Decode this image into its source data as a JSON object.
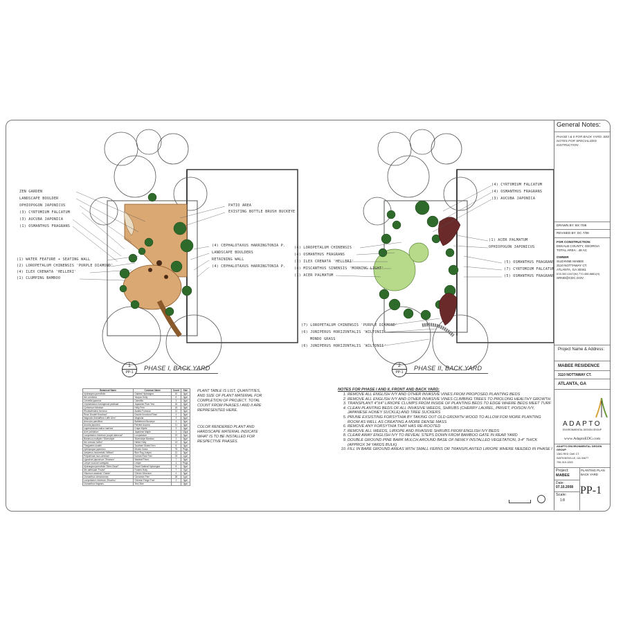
{
  "phase1": {
    "title": "PHASE I, BACK YARD",
    "num": "1",
    "sheet": "PP-1",
    "labels_left": [
      "ZEN GARDEN",
      "LANDSCAPE BOULDER",
      "OPHIOPOGON JAPONICUS",
      "(3) CYRTOMIUM FALCATUM",
      "(3) AUCUBA JAPONICA",
      "(1) OSMANTHUS FRAGRANS",
      "(1) WATER FEATURE + SEATING WALL",
      "(2) LOROPETALUM CHINENSIS 'PURPLE DIAMOND'",
      "(4) ILEX CRENATA 'HELLERI'",
      "(1) CLUMPING BAMBOO"
    ],
    "labels_right": [
      "PATIO AREA",
      "EXISTING BOTTLE BRUSH BUCKEYE",
      "(4) CEPHALOTAXUS HARRINGTONIA P.",
      "LANDSCAPE BOULDERS",
      "RETAINING WALL",
      "(4) CEPHALOTAXUS HARRINGTONIA P."
    ]
  },
  "phase2": {
    "title": "PHASE II, BACK YARD",
    "num": "2",
    "sheet": "PP-1",
    "labels_left": [
      "(4) LOROPETALUM CHINENSIS",
      "(4) OSMANTHUS FRAGRANS",
      "(3) ILEX CRENATA 'HELLERI'",
      "(4) MISCANTHUS SINENSIS 'MORNING LIGHT'",
      "(1) ACER PALMATUM",
      "(7) LOROPETALUM CHINENSIS 'PURPLE DIAMOND'",
      "(6) JUNIPERUS HORIZONTALIS 'WILTONII'",
      "MONDO GRASS",
      "(6) JUNIPERUS HORIZONTALIS 'WILTONII'"
    ],
    "labels_right": [
      "(4) CYRTOMIUM FALCATUM",
      "(4) OSMANTHUS FRAGRANS",
      "(3) AUCUBA JAPONICA",
      "(1) ACER PALMATUM",
      "OPHIOPOGON JAPONICUS",
      "(5) OSMANTHUS FRAGRANS",
      "(7) CYRTOMIUM FALCATUM",
      "(5) OSMANTHUS FRAGRANS"
    ]
  },
  "plant_table": {
    "headers": [
      "Botanical Name",
      "Common Name",
      "Count",
      "Size"
    ],
    "rows": [
      [
        "Hydrangea quercifolia",
        "Oakleaf Hydrangea",
        "10",
        "3gal"
      ],
      [
        "Ilex vomitoria",
        "Yaupon Holly",
        "6",
        "3gal"
      ],
      [
        "Camellia japonica",
        "Camellia",
        "3",
        "3gal"
      ],
      [
        "Cephalotaxus harringtonia pedinata",
        "Japanese Plum Yew",
        "16",
        "3gal"
      ],
      [
        "Cyrtomium falcatum",
        "Holly Fern",
        "16",
        "3gal"
      ],
      [
        "Rhododendron formosa",
        "Azalea Formosa",
        "12",
        "3gal"
      ],
      [
        "Rosa 'Double Knockout'",
        "Double Knockout Rose",
        "4",
        "3gal"
      ],
      [
        "Magnolia Grandiflora 'Little Gem'",
        "Magnolia",
        "3",
        "6gal"
      ],
      [
        "Aesculus parviflora",
        "Bottlebrush Buckeye",
        "4",
        "3gal"
      ],
      [
        "Aucuba japonica",
        "Painted Aucuba",
        "11",
        "3gal"
      ],
      [
        "Lagerstroemia indica 'natchez'",
        "Crape Myrtle",
        "3",
        "3gal"
      ],
      [
        "Acer palmatum",
        "Japanese Maple",
        "3",
        "15gal"
      ],
      [
        "Loropetalum chinensis 'purple diamond'",
        "Loropetalum",
        "22",
        "3gal"
      ],
      [
        "Bambusa multiplex 'Silverstripe'",
        "Silverstripe Bamboo",
        "3",
        "5gal"
      ],
      [
        "Ilex crenata 'helleri'",
        "Helleri Holly",
        "13",
        "3gal"
      ],
      [
        "Thelypteris kunthii",
        "Southern Shield Fern",
        "8",
        "3gal"
      ],
      [
        "Ophiopogon japonicus",
        "Mondo Grass",
        "75",
        "Plugs"
      ],
      [
        "Juniperus horizontalis 'Wiltonii'",
        "Blue Rug Juniper",
        "12",
        "3gal"
      ],
      [
        "Polystichum tsus-simense",
        "Korean Rock Fern",
        "23",
        "1gal"
      ],
      [
        "Ligustrum japonicum 'Texanum'",
        "Waxleaf Privet",
        "7",
        "3gal"
      ],
      [
        "Liriope muscari variegata",
        "Liriope",
        "4",
        "Plugs"
      ],
      [
        "Hydrangea quercifolia 'Sikes Dwarf'",
        "Dwarf Oakleaf Hydrangea",
        "8",
        "3gal"
      ],
      [
        "Ilex attenuata 'Fosteri'",
        "Fosters Holly",
        "7",
        "7gal"
      ],
      [
        "Viburnum awabuki 'Chindo'",
        "Chindo Viburnum",
        "4",
        "3gal"
      ],
      [
        "Osmanthus cinnamomea",
        "Cinnamon Fern",
        "28",
        "1gal"
      ],
      [
        "Loropetalum chinensis 'Zhuzhou'",
        "Chinese Fringe Tree",
        "1",
        "3gal"
      ],
      [
        "Osmanthus fragrans",
        "Tea Olive",
        "",
        "3gal"
      ]
    ]
  },
  "table_note_1": "PLANT TABLE IS LIST, QUANTITIES, AND SIZE OF PLANT MATERIAL FOR COMPLETION OF PROJECT. TOTAL COUNT FROM PHASES I AND II ARE REPRESENTED HERE.",
  "table_note_2": "COLOR RENDERED PLANT AND HARDSCAPE MATERIAL INDICATE WHAT IS TO BE INSTALLED FOR RESPECTIVE PHASES.",
  "notes": {
    "heading": "NOTES FOR PHASE I AND II, FRONT AND BACK YARD:",
    "items": [
      "REMOVE ALL ENGLISH IVY AND OTHER INVASIVE VINES FROM PROPOSED PLANTING BEDS",
      "REMOVE ALL ENGLISH IVY AND OTHER INVASIVE VINES CLIMBING TREES TO PROLONG HEALTHY GROWTH",
      "TRANSPLANT 4\"x4\" LIRIOPE CLUMPS FROM INSIDE OF PLANTING BEDS TO EDGE WHERE BEDS MEET TURF",
      "CLEAN PLANTING BEDS OF ALL INVASIVE WEEDS, SHRUBS (CHERRY LAUREL, PRIVET, POISON IVY, JAPANESE HONEY SUCKLE) AND TREE SUCKERS",
      "PRUNE EXSISTING FORSYTHIA BY TAKING OUT OLD GROWTH WOOD TO ALLOW FOR MORE PLANTING ROOM AS WELL AS CREATING A MORE DENSE MASS",
      "REMOVE ANY FORSYTHIA THAT HAS RE-ROOTED",
      "REMOVE ALL WEEDS, LIRIOPE AND INVASIVE SHRUBS FROM ENGLISH IVY BEDS",
      "CLEAR AWAY ENGLISH IVY TO REVEAL STEPS DOWN FROM BAMBOO GATE IN REAR YARD",
      "DOUBLE GROUND PINE BARK MULCH AROUND BASE OF NEWLY INSTALLED VEGETATION, 3-4\" THICK (APPROX 34 YARDS BULK)",
      "FILL IN BARE GROUND AREAS WITH SMALL FERNS OR TRANSPLANTED LIRIOPE WHERE NEEDED IN PHASE I"
    ]
  },
  "title_block": {
    "general_notes_title": "General Notes:",
    "general_notes_body": "PHASE I & II FOR BACK YARD. SEE NOTES FOR SPECIALIZED INSTRUCTION",
    "drawn_by": "DRAWN BY:   BX 7/08",
    "revised_by": "REVISED BY:   DC 7/08",
    "for_construction": "FOR CONSTRUCTION:",
    "county": "DEKALB COUNTY, GEORGIA",
    "total_area": "TOTAL AREA: .48 AC",
    "owner_label": "OWNER",
    "owner_name": "SUZANNE MABEE",
    "owner_street": "3110 NOTTAWAY CT.",
    "owner_city": "ATLANTA, GA 30341",
    "owner_phone": "678.300.1047(W) 770.458.8881(H)",
    "owner_email": "SRND@CDC.GOV",
    "project_label": "Project Name & Address:",
    "project_name": "MABEE RESIDENCE",
    "project_street": "3110 NOTTAWAY CT.",
    "project_city": "ATLANTA, GA",
    "logo_word": "ADAPTO",
    "logo_tag": "ENVIRONMENTAL DESIGN GROUP",
    "website": "www.AdaptoEDG.com",
    "firm_name": "ADAPTO ENVIRONMENTAL DESIGN GROUP",
    "firm_street": "1381 RED OAK CT.",
    "firm_city": "WATKINSVILLE, GA 30677",
    "firm_phone": "706-319-1263",
    "project_short_label": "Project:",
    "project_short": "MABEE",
    "plan_desc": "PLANTING PLAN BACK YARD",
    "date_label": "Date:",
    "date": "07.10.2008",
    "scale_label": "Scale:",
    "scale": "1:8",
    "sheet_id": "PP-1"
  }
}
